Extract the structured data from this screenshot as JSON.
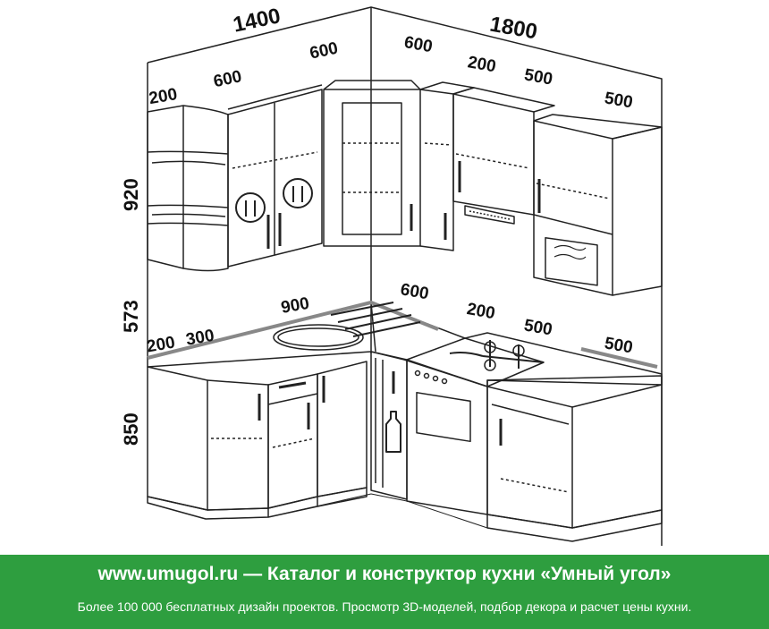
{
  "dimensions": {
    "top_left_total": "1400",
    "top_right_total": "1800",
    "upper_left_200": "200",
    "upper_left_600": "600",
    "upper_corner_600_left": "600",
    "upper_corner_600_right": "600",
    "upper_right_200": "200",
    "upper_right_500a": "500",
    "upper_right_500b": "500",
    "height_upper": "920",
    "height_gap": "573",
    "height_lower": "850",
    "lower_200": "200",
    "lower_300": "300",
    "lower_900": "900",
    "lower_600": "600",
    "lower_right_200": "200",
    "lower_right_500a": "500",
    "lower_right_500b": "500"
  },
  "banner": {
    "title": "www.umugol.ru — Каталог и конструктор кухни «Умный угол»",
    "subtitle": "Более 100 000 бесплатных дизайн проектов. Просмотр 3D-моделей, подбор декора и расчет цены кухни.",
    "background_color": "#2e9e3f"
  }
}
